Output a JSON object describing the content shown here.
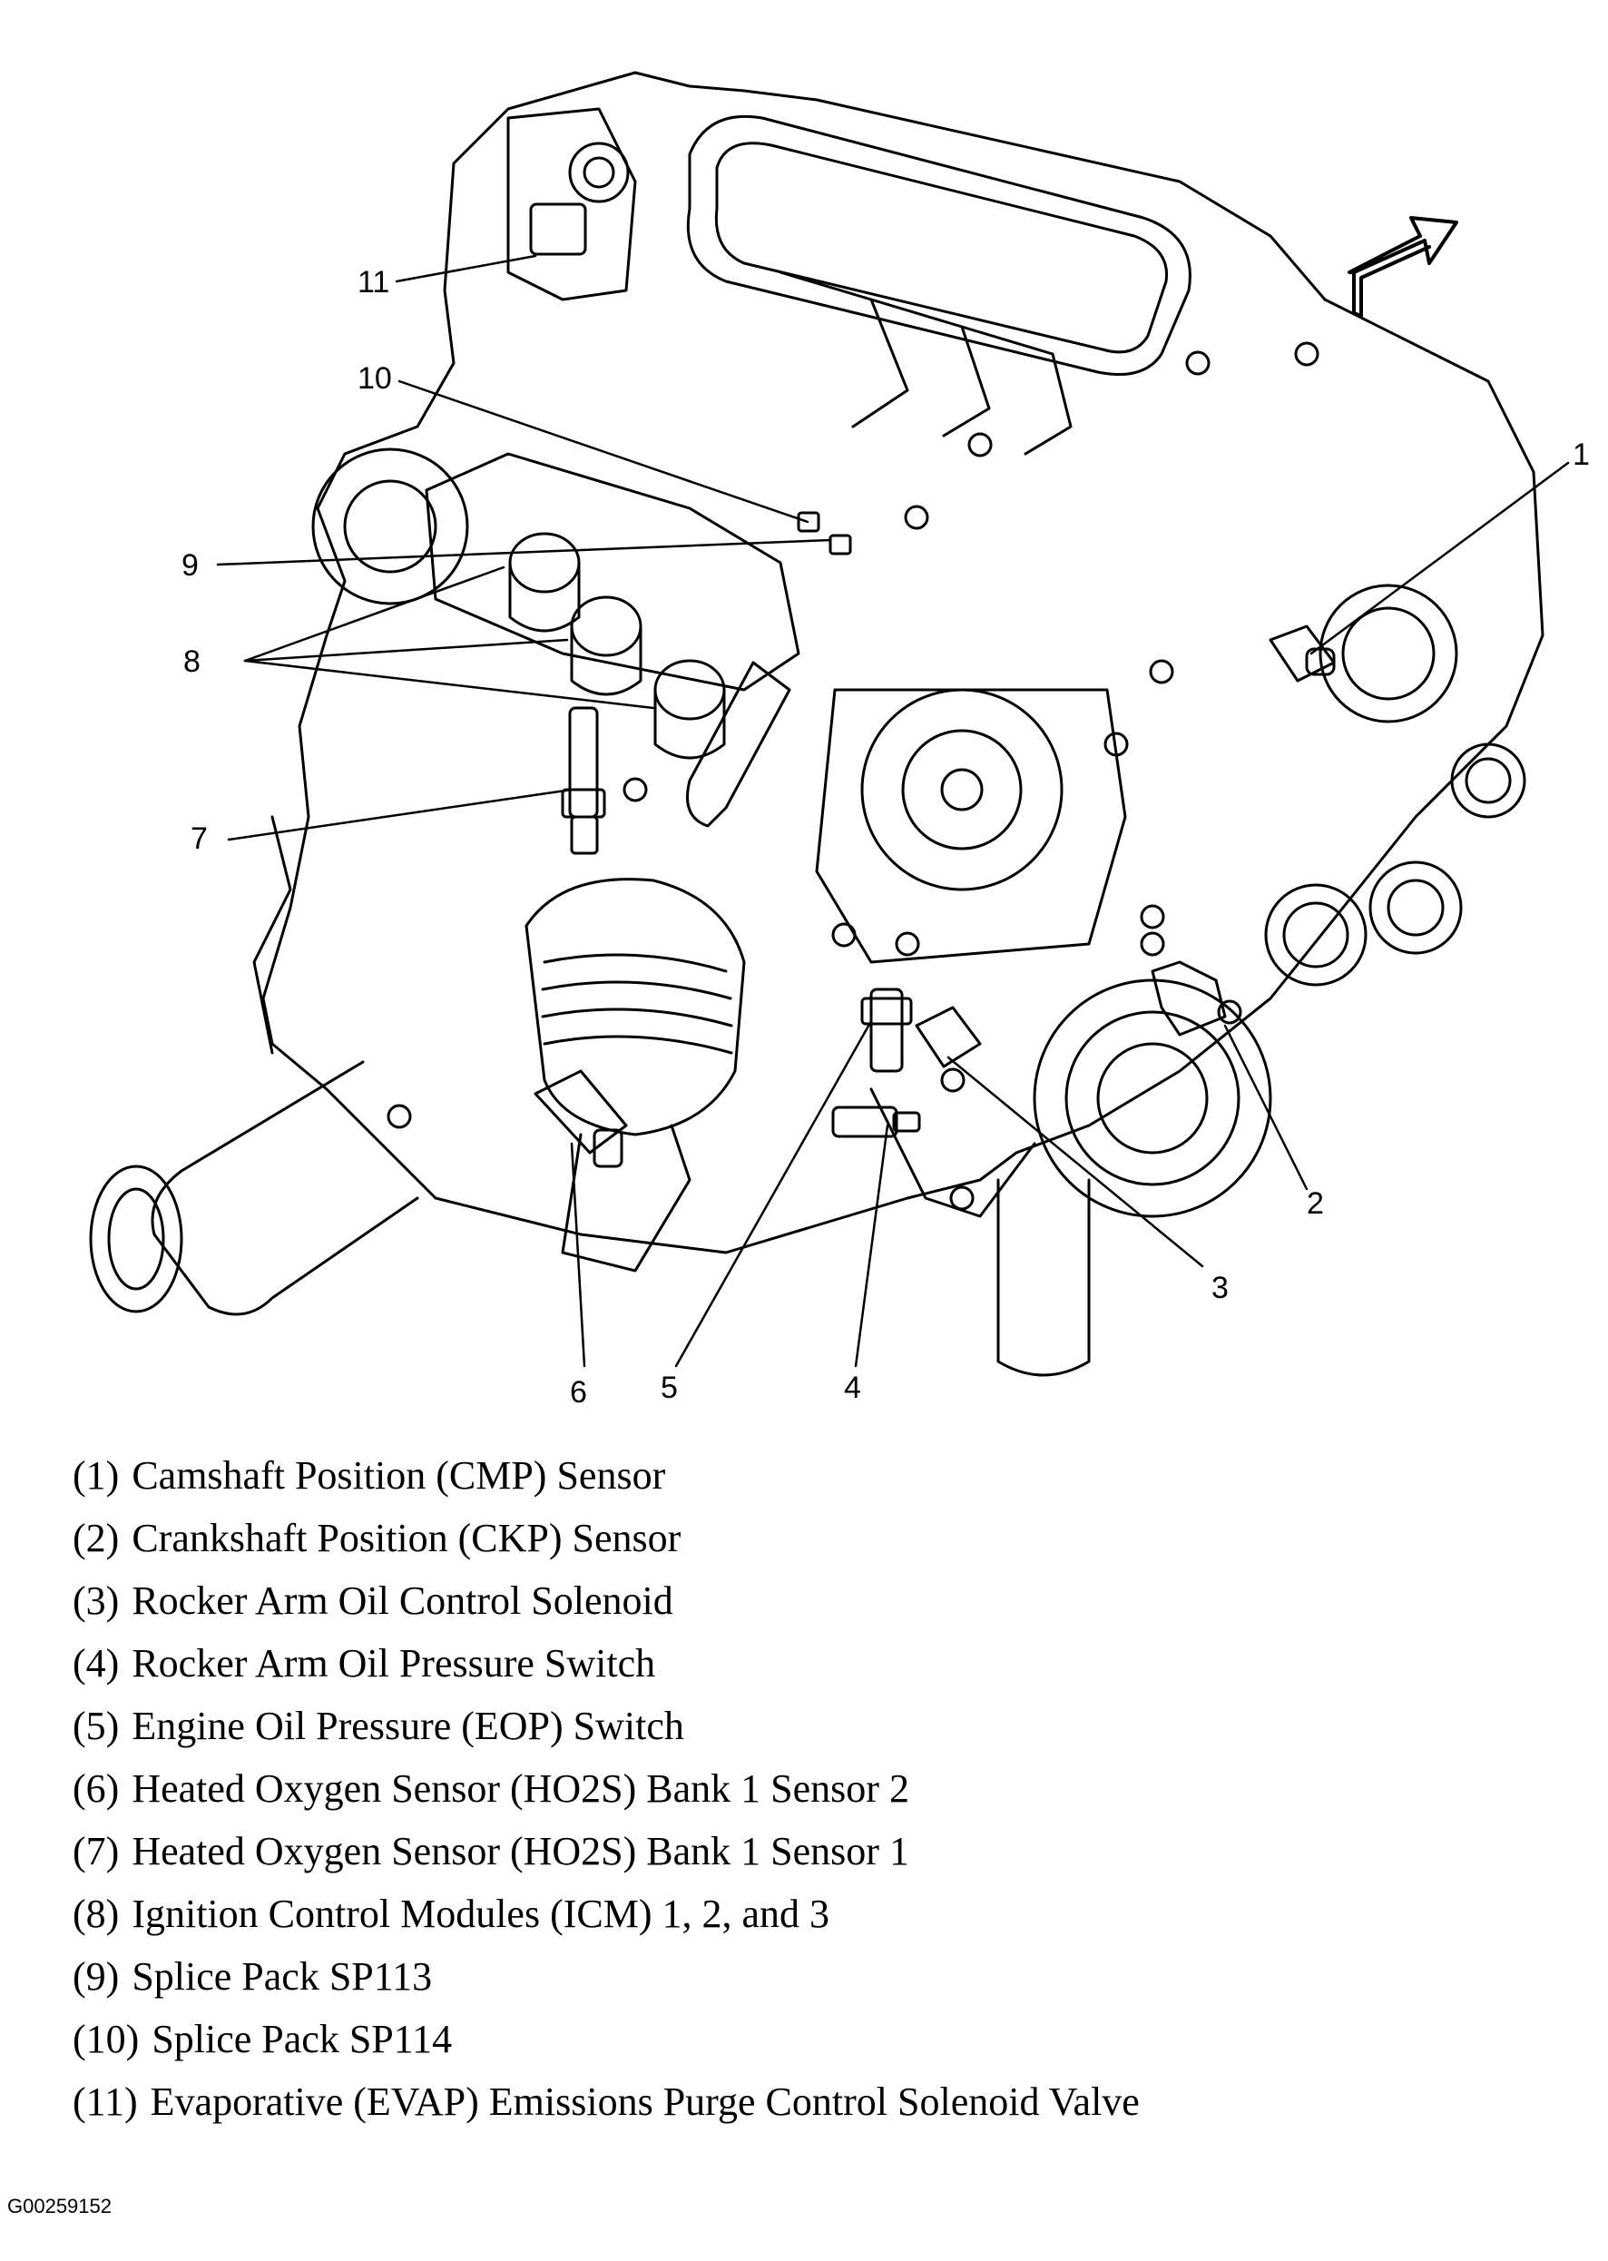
{
  "callouts": [
    "1",
    "2",
    "3",
    "4",
    "5",
    "6",
    "7",
    "8",
    "9",
    "10",
    "11"
  ],
  "legend": [
    {
      "num": "(1)",
      "label": "Camshaft Position (CMP) Sensor"
    },
    {
      "num": "(2)",
      "label": "Crankshaft Position (CKP) Sensor"
    },
    {
      "num": "(3)",
      "label": "Rocker Arm Oil Control Solenoid"
    },
    {
      "num": "(4)",
      "label": "Rocker Arm Oil Pressure Switch"
    },
    {
      "num": "(5)",
      "label": "Engine Oil Pressure (EOP) Switch"
    },
    {
      "num": "(6)",
      "label": "Heated Oxygen Sensor (HO2S) Bank 1 Sensor 2"
    },
    {
      "num": "(7)",
      "label": "Heated Oxygen Sensor (HO2S) Bank 1 Sensor 1"
    },
    {
      "num": "(8)",
      "label": "Ignition Control Modules (ICM) 1, 2, and 3"
    },
    {
      "num": "(9)",
      "label": "Splice Pack SP113"
    },
    {
      "num": "(10)",
      "label": "Splice Pack SP114"
    },
    {
      "num": "(11)",
      "label": "Evaporative (EVAP) Emissions Purge Control Solenoid Valve"
    }
  ],
  "figure_id": "G00259152",
  "icons": {
    "direction_arrow": "front-direction-arrow-icon",
    "engine": "engine-line-drawing"
  }
}
